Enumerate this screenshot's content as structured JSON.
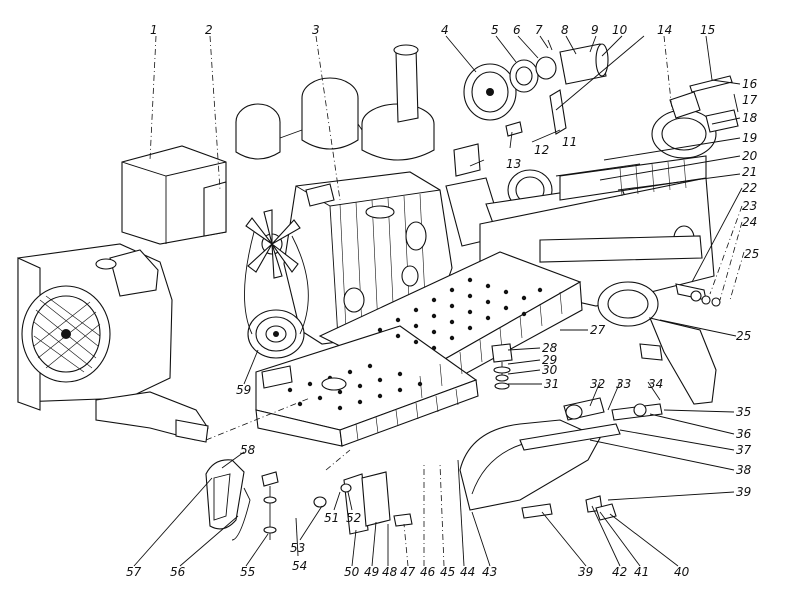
{
  "callouts": [
    {
      "id": "c1",
      "text": "1"
    },
    {
      "id": "c2",
      "text": "2"
    },
    {
      "id": "c3",
      "text": "3"
    },
    {
      "id": "c4",
      "text": "4"
    },
    {
      "id": "c5",
      "text": "5"
    },
    {
      "id": "c6",
      "text": "6"
    },
    {
      "id": "c7",
      "text": "7"
    },
    {
      "id": "c8",
      "text": "8"
    },
    {
      "id": "c9",
      "text": "9"
    },
    {
      "id": "c10",
      "text": "10"
    },
    {
      "id": "c11",
      "text": "11"
    },
    {
      "id": "c12",
      "text": "12"
    },
    {
      "id": "c13",
      "text": "13"
    },
    {
      "id": "c14",
      "text": "14"
    },
    {
      "id": "c15",
      "text": "15"
    },
    {
      "id": "c16",
      "text": "16"
    },
    {
      "id": "c17",
      "text": "17"
    },
    {
      "id": "c18",
      "text": "18"
    },
    {
      "id": "c19",
      "text": "19"
    },
    {
      "id": "c20",
      "text": "20"
    },
    {
      "id": "c21",
      "text": "21"
    },
    {
      "id": "c22",
      "text": "22"
    },
    {
      "id": "c23",
      "text": "23"
    },
    {
      "id": "c24",
      "text": "24"
    },
    {
      "id": "c25a",
      "text": "25"
    },
    {
      "id": "c25b",
      "text": "25"
    },
    {
      "id": "c27",
      "text": "27"
    },
    {
      "id": "c28",
      "text": "28"
    },
    {
      "id": "c29",
      "text": "29"
    },
    {
      "id": "c30",
      "text": "30"
    },
    {
      "id": "c31",
      "text": "31"
    },
    {
      "id": "c32",
      "text": "32"
    },
    {
      "id": "c33",
      "text": "33"
    },
    {
      "id": "c34",
      "text": "34"
    },
    {
      "id": "c35",
      "text": "35"
    },
    {
      "id": "c36",
      "text": "36"
    },
    {
      "id": "c37",
      "text": "37"
    },
    {
      "id": "c38",
      "text": "38"
    },
    {
      "id": "c39a",
      "text": "39"
    },
    {
      "id": "c39b",
      "text": "39"
    },
    {
      "id": "c40",
      "text": "40"
    },
    {
      "id": "c41",
      "text": "41"
    },
    {
      "id": "c42",
      "text": "42"
    },
    {
      "id": "c43",
      "text": "43"
    },
    {
      "id": "c44",
      "text": "44"
    },
    {
      "id": "c45",
      "text": "45"
    },
    {
      "id": "c46",
      "text": "46"
    },
    {
      "id": "c47",
      "text": "47"
    },
    {
      "id": "c48",
      "text": "48"
    },
    {
      "id": "c49",
      "text": "49"
    },
    {
      "id": "c50",
      "text": "50"
    },
    {
      "id": "c51",
      "text": "51"
    },
    {
      "id": "c52",
      "text": "52"
    },
    {
      "id": "c53",
      "text": "53"
    },
    {
      "id": "c54",
      "text": "54"
    },
    {
      "id": "c55",
      "text": "55"
    },
    {
      "id": "c56",
      "text": "56"
    },
    {
      "id": "c57",
      "text": "57"
    },
    {
      "id": "c58",
      "text": "58"
    },
    {
      "id": "c59",
      "text": "59"
    }
  ]
}
